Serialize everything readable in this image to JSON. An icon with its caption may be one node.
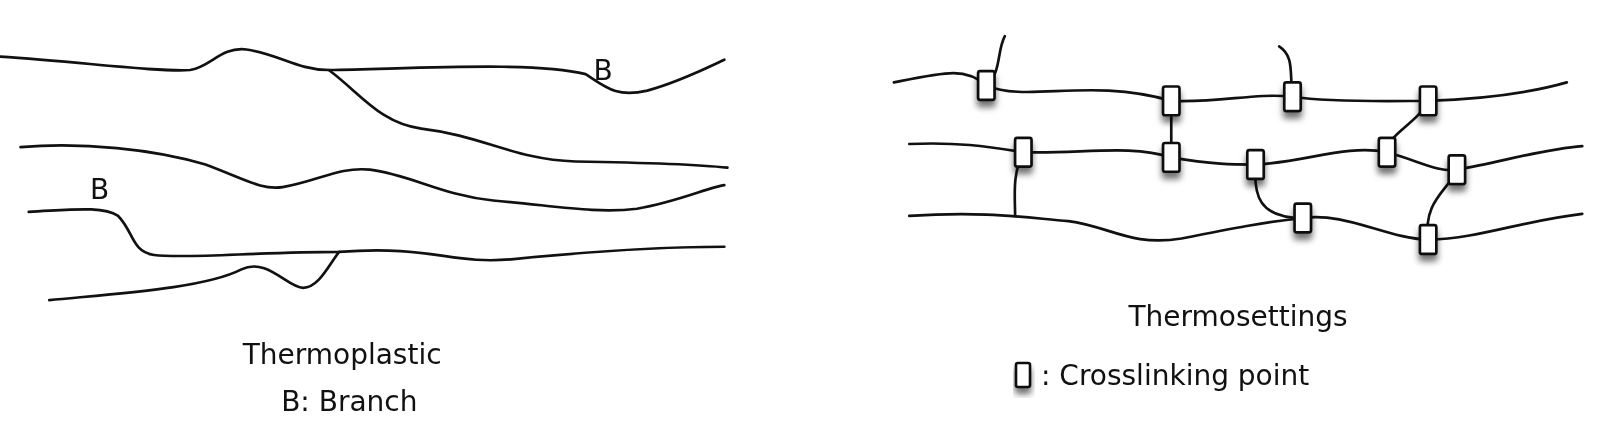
{
  "diagram": {
    "labels": [
      "B",
      "B",
      "Thermoplastic",
      "B: Branch",
      "Thermosettings"
    ],
    "legend": [
      {
        "text": ": Crosslinking point"
      }
    ]
  }
}
